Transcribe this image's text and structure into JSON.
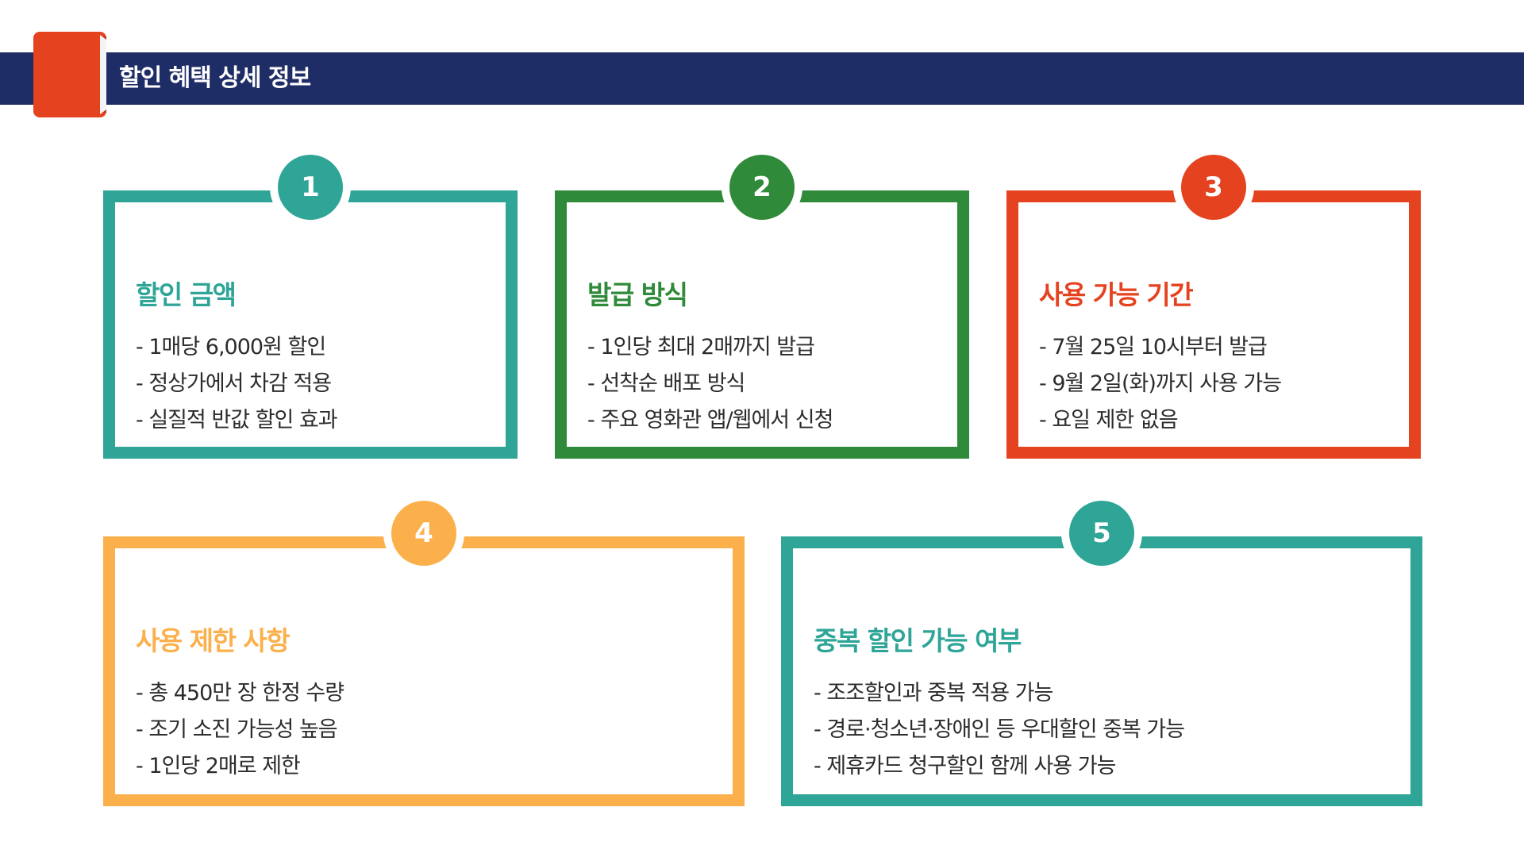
{
  "header": {
    "title": "할인 혜택 상세 정보",
    "icon": "book-icon",
    "bar_color": "#1f2d66",
    "icon_color": "#e5421f"
  },
  "cards": [
    {
      "number": "1",
      "title": "할인 금액",
      "color": "#2ea597",
      "items": [
        "- 1매당 6,000원 할인",
        "- 정상가에서 차감 적용",
        "- 실질적 반값 할인 효과"
      ]
    },
    {
      "number": "2",
      "title": "발급 방식",
      "color": "#2f8a3a",
      "items": [
        "- 1인당 최대 2매까지 발급",
        "- 선착순 배포 방식",
        "- 주요 영화관 앱/웹에서 신청"
      ]
    },
    {
      "number": "3",
      "title": "사용 가능 기간",
      "color": "#e5421f",
      "items": [
        "- 7월 25일 10시부터 발급",
        "- 9월 2일(화)까지 사용 가능",
        "- 요일 제한 없음"
      ]
    },
    {
      "number": "4",
      "title": "사용 제한 사항",
      "color": "#fbb04c",
      "items": [
        "- 총 450만 장 한정 수량",
        "- 조기 소진 가능성 높음",
        "- 1인당 2매로 제한"
      ]
    },
    {
      "number": "5",
      "title": "중복 할인 가능 여부",
      "color": "#2ea597",
      "items": [
        "- 조조할인과 중복 적용 가능",
        "- 경로·청소년·장애인 등 우대할인 중복 가능",
        "- 제휴카드 청구할인 함께 사용 가능"
      ]
    }
  ]
}
